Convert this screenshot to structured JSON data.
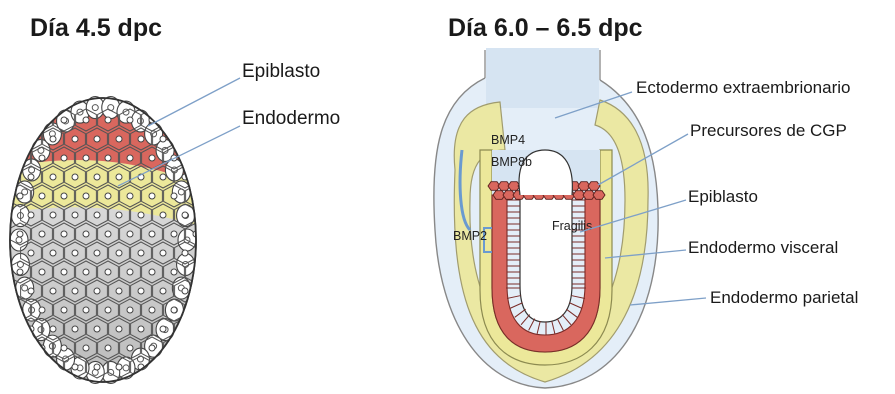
{
  "panels": {
    "left": {
      "title": "Día 4.5 dpc",
      "labels": {
        "epiblast": "Epiblasto",
        "endoderm": "Endodermo"
      }
    },
    "right": {
      "title": "Día 6.0 – 6.5 dpc",
      "labels": {
        "extraembryonic_ectoderm": "Ectodermo extraembrionario",
        "pgc_precursors": "Precursores de CGP",
        "epiblast": "Epiblasto",
        "visceral_endoderm": "Endodermo visceral",
        "parietal_endoderm": "Endodermo parietal"
      },
      "markers": {
        "bmp4": "BMP4",
        "bmp8b": "BMP8b",
        "bmp2": "BMP2",
        "fragilis": "Fragilis"
      }
    }
  },
  "colors": {
    "epiblast_red": "#d9675e",
    "endoderm_yellow": "#ece89a",
    "extraembryonic_blue": "#d6e4f2",
    "inner_cells_gray": "#9c9c9c",
    "leader_line": "#7ea0c8"
  }
}
